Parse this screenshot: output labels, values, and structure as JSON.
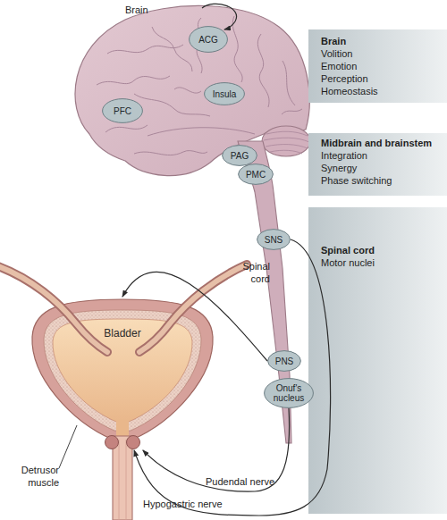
{
  "diagram": {
    "nodes": [
      {
        "text": [
          "ACG"
        ]
      },
      {
        "text": [
          "PFC"
        ]
      },
      {
        "text": [
          "Insula"
        ]
      },
      {
        "text": [
          "Brain",
          "Volition",
          "Emotion",
          "Perception",
          "Homeostasis"
        ]
      },
      {
        "text": [
          "PAG"
        ]
      },
      {
        "text": [
          "PMC"
        ]
      },
      {
        "text": [
          "Midbrain and brainstem",
          "Integration",
          "Synergy",
          "Phase switching"
        ]
      },
      {
        "text": [
          "SNS"
        ]
      },
      {
        "text": [
          "Spinal cord",
          "Motor nuclei"
        ]
      },
      {
        "text": [
          "PNS"
        ]
      },
      {
        "text": [
          "Onuf's nucleus"
        ]
      },
      {
        "text": [
          "Bladder"
        ]
      }
    ],
    "edges": [
      {
        "from": 9,
        "to": 11,
        "arrow": "to"
      },
      {
        "from": 10,
        "to": 11,
        "label": "Pudendal nerve",
        "arrow": "to"
      },
      {
        "from": 7,
        "to": 11,
        "label": "Hypogastric nerve",
        "arrow": "to"
      }
    ],
    "labels": [
      "Brain",
      "Spinal cord",
      "Detrusor muscle"
    ]
  }
}
